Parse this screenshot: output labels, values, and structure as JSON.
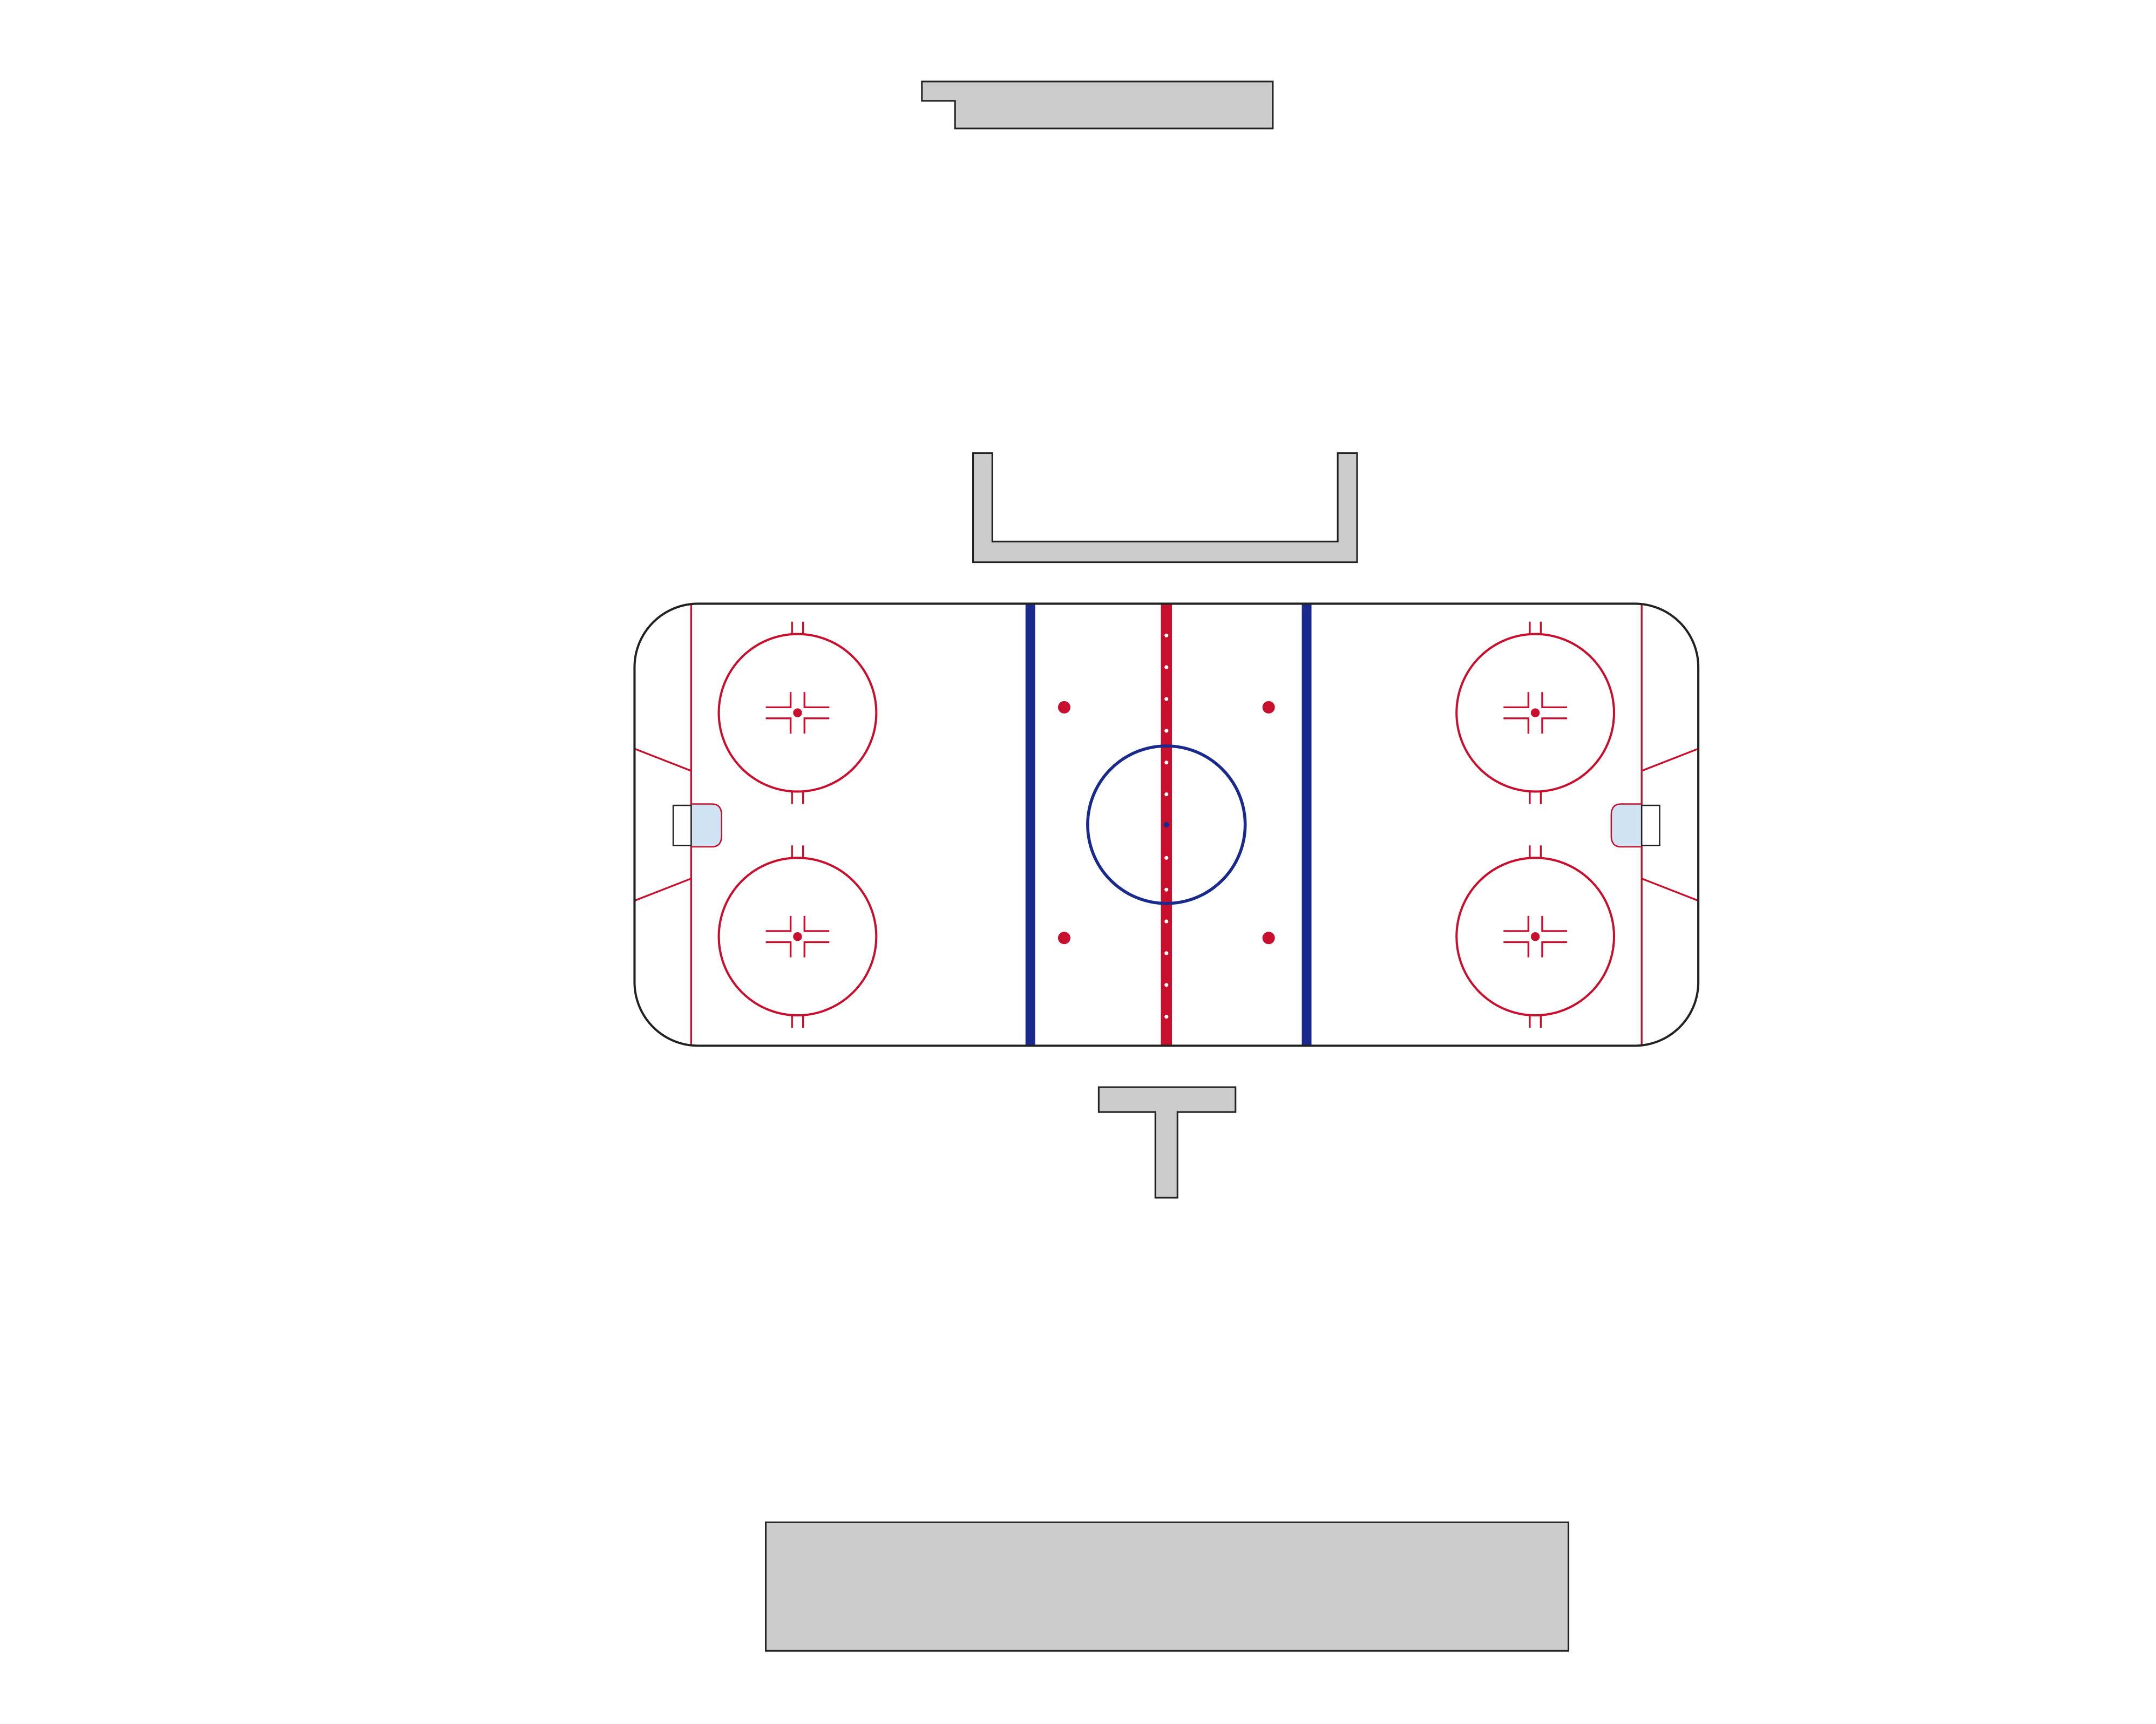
{
  "colors": {
    "background": "#ffffff",
    "outline": "#222222",
    "structure_fill": "#cccccc",
    "goal_line_red": "#c8102e",
    "blue_line": "#1a2a8c",
    "center_line_dots": "#ffffff",
    "crease_fill": "#cfe3f3",
    "ice": "#ffffff"
  },
  "rink": {
    "lines": [
      "left-goal-line",
      "left-blue-line",
      "center-red-line",
      "right-blue-line",
      "right-goal-line"
    ],
    "faceoff_circles": [
      "left-top",
      "left-bottom",
      "right-top",
      "right-bottom",
      "center"
    ],
    "neutral_zone_faceoff_dots": 4,
    "goals": 2
  },
  "structures": [
    "stepped-bar",
    "u-bracket",
    "t-block",
    "wide-block"
  ]
}
